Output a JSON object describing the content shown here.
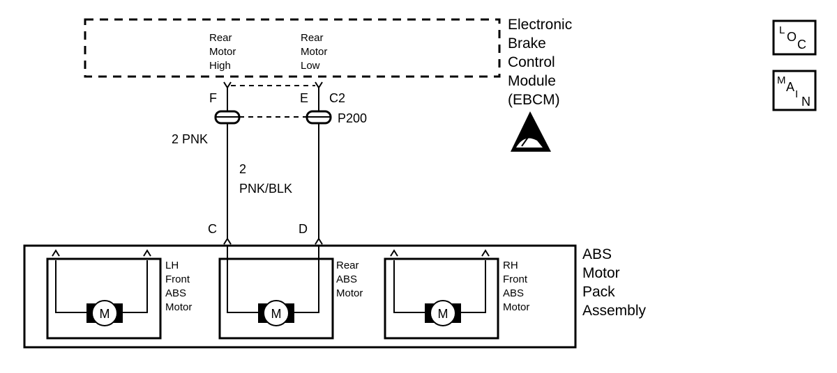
{
  "ebcm": {
    "label_lines": [
      "Electronic",
      "Brake",
      "Control",
      "Module",
      "(EBCM)"
    ],
    "pins": [
      {
        "lines": [
          "Rear",
          "Motor",
          "High"
        ],
        "terminal": "F"
      },
      {
        "lines": [
          "Rear",
          "Motor",
          "Low"
        ],
        "terminal": "E"
      }
    ],
    "connector": "C2",
    "esd_symbol": "esd-sensitive-icon"
  },
  "inline_connector": "P200",
  "wires": [
    {
      "gauge": "2",
      "color": "PNK",
      "label": "2 PNK"
    },
    {
      "gauge": "2",
      "color": "PNK/BLK"
    }
  ],
  "pack": {
    "label_lines": [
      "ABS",
      "Motor",
      "Pack",
      "Assembly"
    ],
    "terminals": [
      "C",
      "D"
    ],
    "motors": [
      {
        "lines": [
          "LH",
          "Front",
          "ABS",
          "Motor"
        ],
        "symbol": "M"
      },
      {
        "lines": [
          "Rear",
          "ABS",
          "Motor"
        ],
        "symbol": "M"
      },
      {
        "lines": [
          "RH",
          "Front",
          "ABS",
          "Motor"
        ],
        "symbol": "M"
      }
    ]
  },
  "icons": [
    {
      "sup": "L",
      "base": "O",
      "sub": "C"
    },
    {
      "sup": "M",
      "base": "A",
      "sub": "I",
      "sub2": "N"
    }
  ]
}
